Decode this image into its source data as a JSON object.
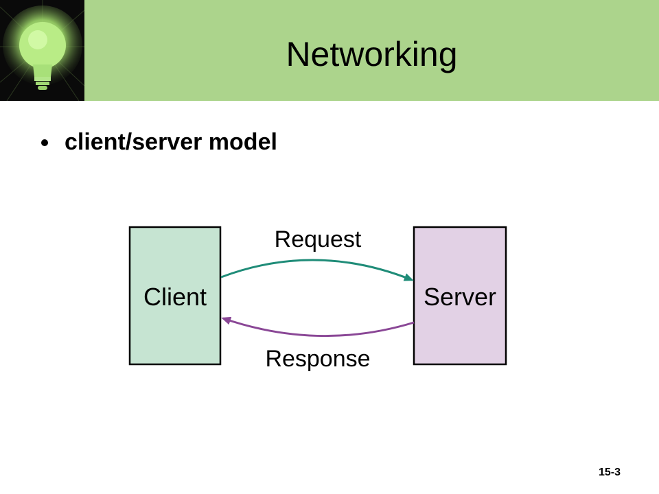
{
  "slide": {
    "title": "Networking",
    "bullets": [
      "client/server model"
    ],
    "slide_number": "15-3"
  },
  "diagram": {
    "client_label": "Client",
    "server_label": "Server",
    "request_label": "Request",
    "response_label": "Response",
    "colors": {
      "client_fill": "#c6e4d2",
      "server_fill": "#e2d1e5",
      "request_arrow": "#1f8c78",
      "response_arrow": "#8a4796",
      "title_band": "#acd48c"
    }
  }
}
